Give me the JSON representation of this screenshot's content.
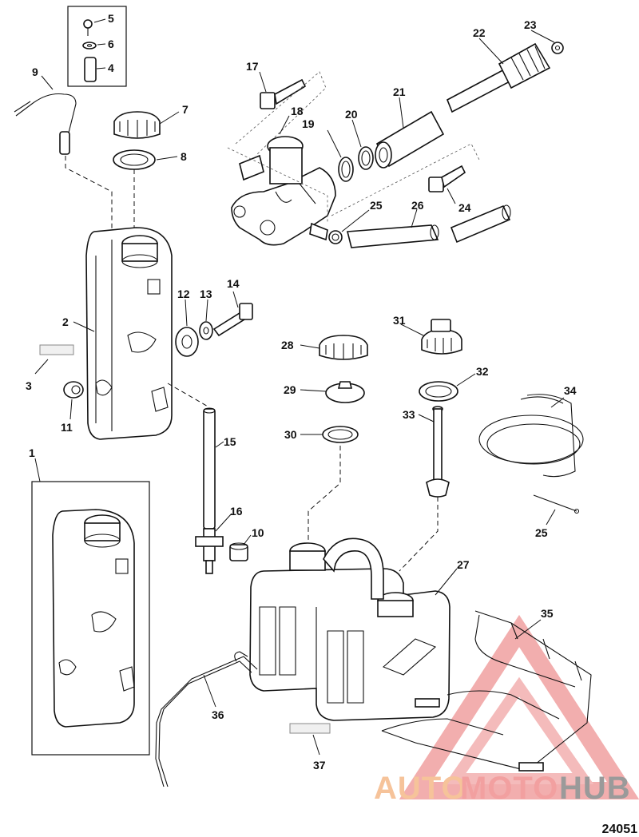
{
  "diagram_id": "24051",
  "callouts": {
    "c1": "1",
    "c2": "2",
    "c3": "3",
    "c4": "4",
    "c5": "5",
    "c6": "6",
    "c7": "7",
    "c8": "8",
    "c9": "9",
    "c10": "10",
    "c11": "11",
    "c12": "12",
    "c13": "13",
    "c14": "14",
    "c15": "15",
    "c16": "16",
    "c17": "17",
    "c18": "18",
    "c19": "19",
    "c20": "20",
    "c21": "21",
    "c22": "22",
    "c23": "23",
    "c24": "24",
    "c25a": "25",
    "c25b": "25",
    "c26": "26",
    "c27": "27",
    "c28": "28",
    "c29": "29",
    "c30": "30",
    "c31": "31",
    "c32": "32",
    "c33": "33",
    "c34": "34",
    "c35": "35",
    "c36": "36",
    "c37": "37"
  },
  "watermark": {
    "text_auto": "AUTO",
    "text_moto": "MOTO",
    "text_hub": "HUB",
    "color_primary": "#f2a0a0",
    "color_secondary": "#f6c39a",
    "color_hub": "#9a9a9a"
  }
}
